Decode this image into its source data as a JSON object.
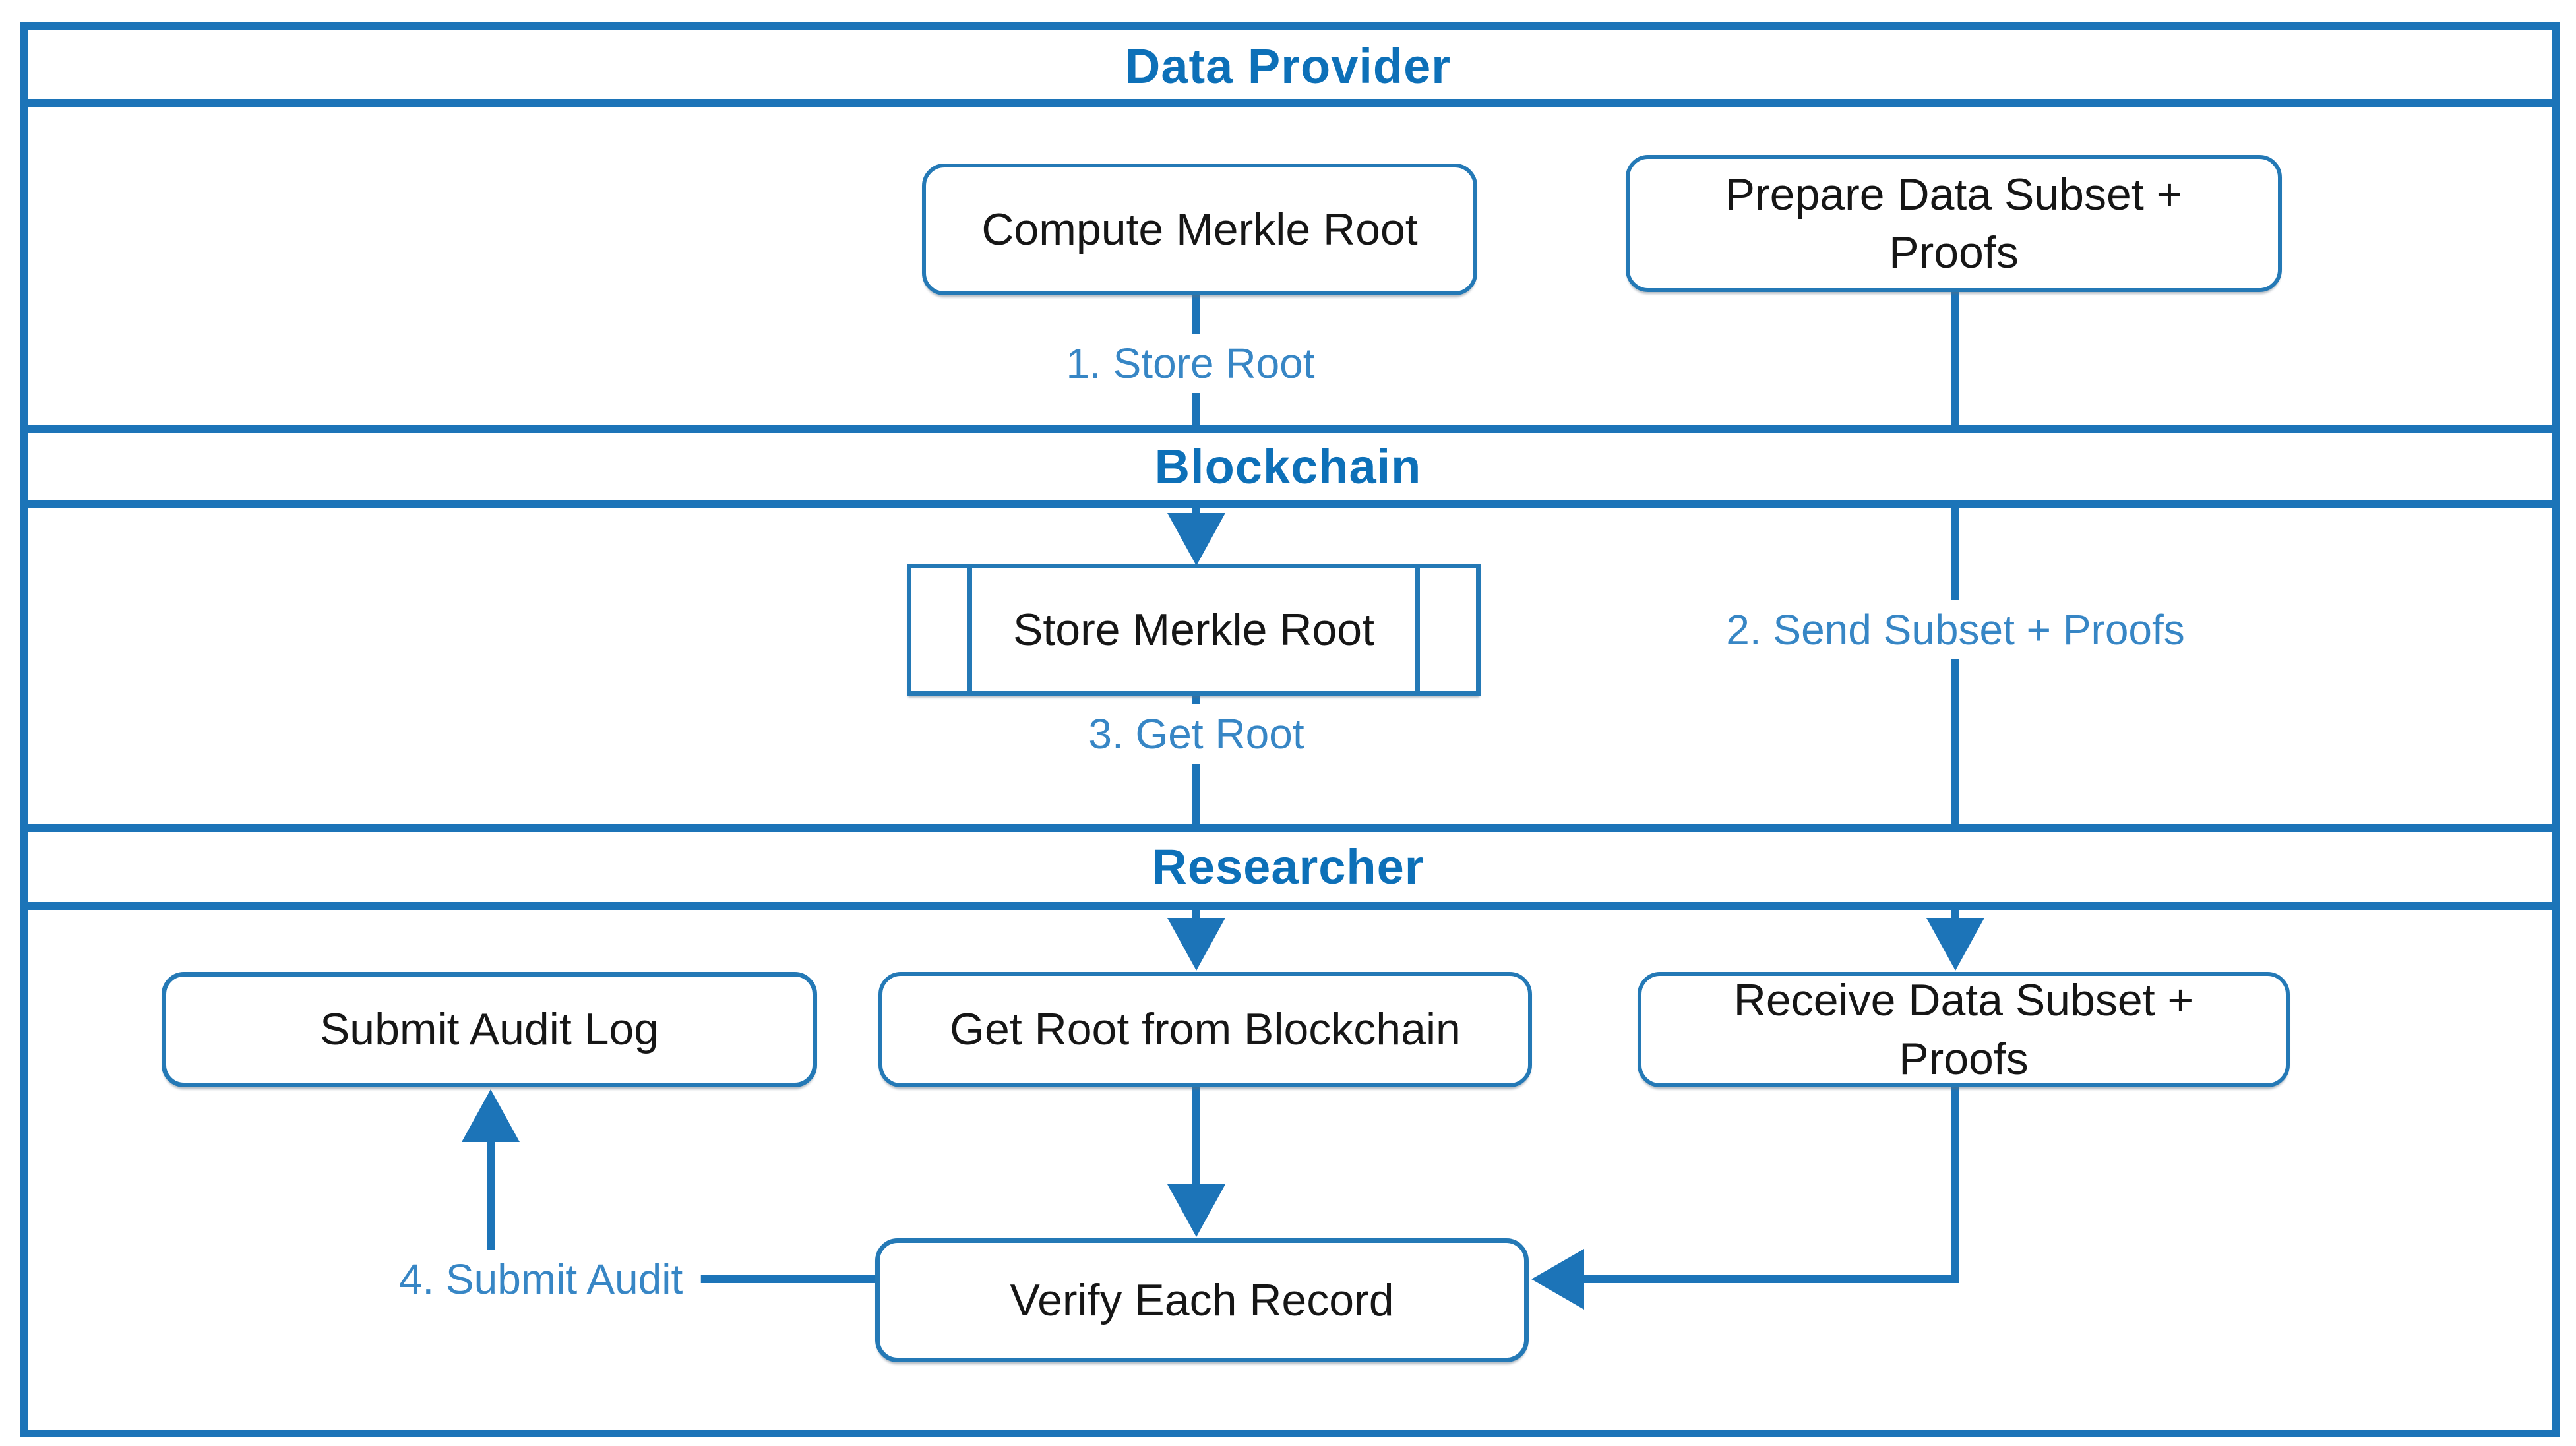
{
  "diagram": {
    "type": "swimlane-flowchart",
    "lanes": [
      {
        "id": "data-provider",
        "title": "Data Provider"
      },
      {
        "id": "blockchain",
        "title": "Blockchain"
      },
      {
        "id": "researcher",
        "title": "Researcher"
      }
    ],
    "nodes": {
      "compute": {
        "label": "Compute Merkle Root",
        "lane": "Data Provider",
        "shape": "rounded-rect"
      },
      "prepare": {
        "label": "Prepare Data Subset + Proofs",
        "lane": "Data Provider",
        "shape": "rounded-rect"
      },
      "store": {
        "label": "Store Merkle Root",
        "lane": "Blockchain",
        "shape": "subroutine"
      },
      "submit": {
        "label": "Submit Audit Log",
        "lane": "Researcher",
        "shape": "rounded-rect"
      },
      "getroot": {
        "label": "Get Root from Blockchain",
        "lane": "Researcher",
        "shape": "rounded-rect"
      },
      "receive": {
        "label": "Receive Data Subset + Proofs",
        "lane": "Researcher",
        "shape": "rounded-rect"
      },
      "verify": {
        "label": "Verify Each Record",
        "lane": "Researcher",
        "shape": "rounded-rect"
      }
    },
    "edges": {
      "e1": {
        "label": "1. Store Root",
        "from": "Compute Merkle Root",
        "to": "Store Merkle Root"
      },
      "e2": {
        "label": "2. Send Subset + Proofs",
        "from": "Prepare Data Subset + Proofs",
        "to": "Receive Data Subset + Proofs"
      },
      "e3": {
        "label": "3. Get Root",
        "from": "Store Merkle Root",
        "to": "Get Root from Blockchain"
      },
      "e4": {
        "label": "4. Submit Audit",
        "from": "Verify Each Record",
        "to": "Submit Audit Log"
      },
      "e5": {
        "label": "",
        "from": "Get Root from Blockchain",
        "to": "Verify Each Record"
      },
      "e6": {
        "label": "",
        "from": "Receive Data Subset + Proofs",
        "to": "Verify Each Record"
      }
    },
    "colors": {
      "line_blue": "#1c74b8",
      "box_border_blue": "#2479b6",
      "lane_title_blue": "#0d70b8",
      "edge_label_blue": "#3786c5",
      "node_text": "#161616",
      "background": "#ffffff"
    }
  }
}
